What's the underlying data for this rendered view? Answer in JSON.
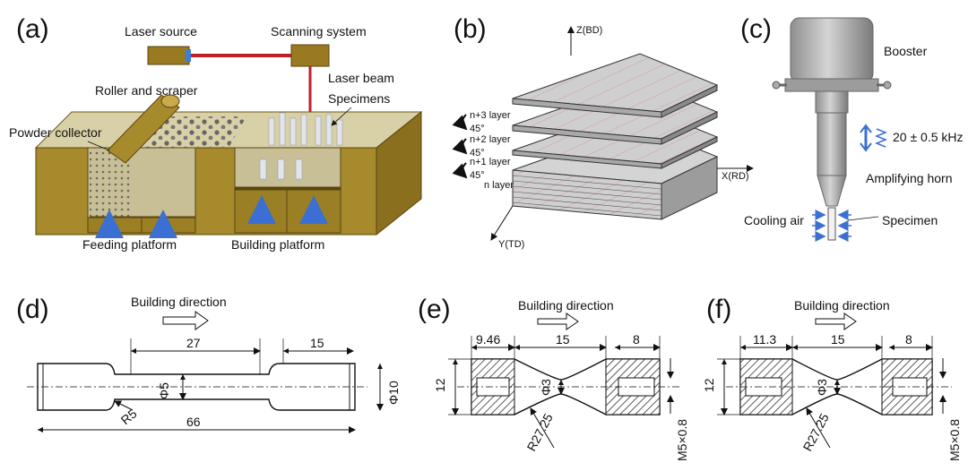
{
  "panels": {
    "a": "(a)",
    "b": "(b)",
    "c": "(c)",
    "d": "(d)",
    "e": "(e)",
    "f": "(f)"
  },
  "a": {
    "laser_source": "Laser source",
    "scanning_system": "Scanning system",
    "laser_beam": "Laser beam",
    "roller_scraper": "Roller and scraper",
    "specimens": "Specimens",
    "powder_collector": "Powder collector",
    "feeding_platform": "Feeding platform",
    "building_platform": "Building platform"
  },
  "b": {
    "z_axis": "Z(BD)",
    "x_axis": "X(RD)",
    "y_axis": "Y(TD)",
    "layers": [
      "n+3 layer",
      "n+2 layer",
      "n+1 layer",
      "n layer"
    ],
    "angle": "45°"
  },
  "c": {
    "booster": "Booster",
    "frequency": "20 ± 0.5 kHz",
    "amplifying_horn": "Amplifying horn",
    "cooling_air": "Cooling air",
    "specimen": "Specimen"
  },
  "d": {
    "building_direction": "Building direction",
    "dim_27": "27",
    "dim_15": "15",
    "dim_phi5": "Φ5",
    "dim_phi10": "Φ10",
    "dim_r5": "R5",
    "dim_66": "66"
  },
  "e": {
    "building_direction": "Building direction",
    "dim_9_46": "9.46",
    "dim_15": "15",
    "dim_8": "8",
    "dim_12": "12",
    "dim_phi3": "Φ3",
    "dim_r27_25": "R27.25",
    "dim_m5": "M5×0.8"
  },
  "f": {
    "building_direction": "Building direction",
    "dim_11_3": "11.3",
    "dim_15": "15",
    "dim_8": "8",
    "dim_12": "12",
    "dim_phi3": "Φ3",
    "dim_r27_25": "R27.25",
    "dim_m5": "M5×0.8"
  }
}
